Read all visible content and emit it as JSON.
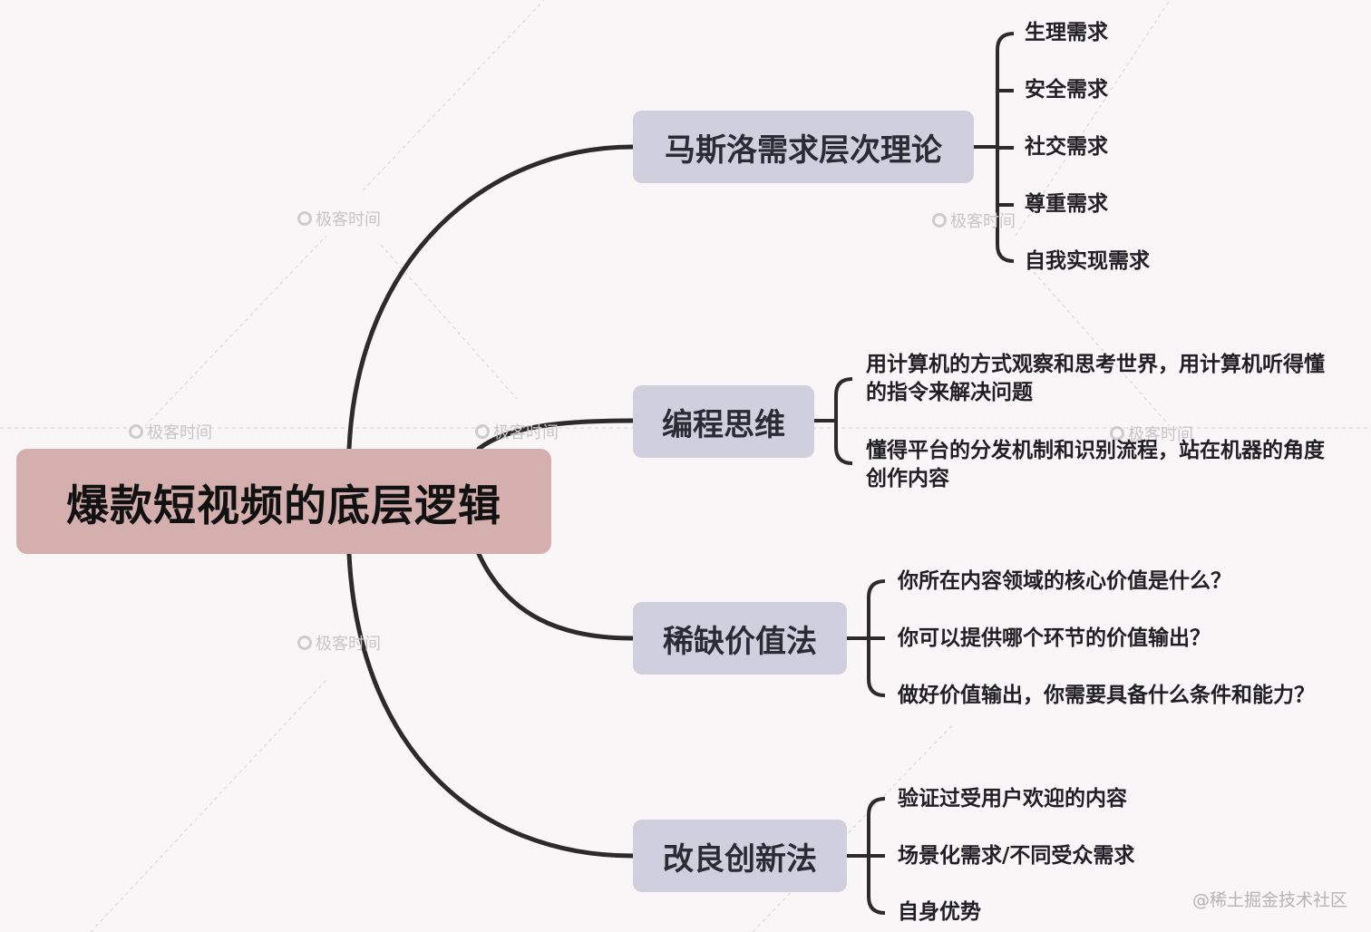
{
  "root": {
    "label": "爆款短视频的底层逻辑"
  },
  "branches": [
    {
      "label": "马斯洛需求层次理论",
      "children": [
        "生理需求",
        "安全需求",
        "社交需求",
        "尊重需求",
        "自我实现需求"
      ]
    },
    {
      "label": "编程思维",
      "children": [
        "用计算机的方式观察和思考世界，用计算机听得懂的指令来解决问题",
        "懂得平台的分发机制和识别流程，站在机器的角度创作内容"
      ]
    },
    {
      "label": "稀缺价值法",
      "children": [
        "你所在内容领域的核心价值是什么？",
        "你可以提供哪个环节的价值输出？",
        "做好价值输出，你需要具备什么条件和能力？"
      ]
    },
    {
      "label": "改良创新法",
      "children": [
        "验证过受用户欢迎的内容",
        "场景化需求/不同受众需求",
        "自身优势"
      ]
    }
  ],
  "watermark": "极客时间",
  "credit": "@稀土掘金技术社区",
  "colors": {
    "background": "#f8f6f7",
    "root_fill": "#d5aeae",
    "branch_fill": "#cfcfde",
    "connector": "#2b2b2b"
  }
}
